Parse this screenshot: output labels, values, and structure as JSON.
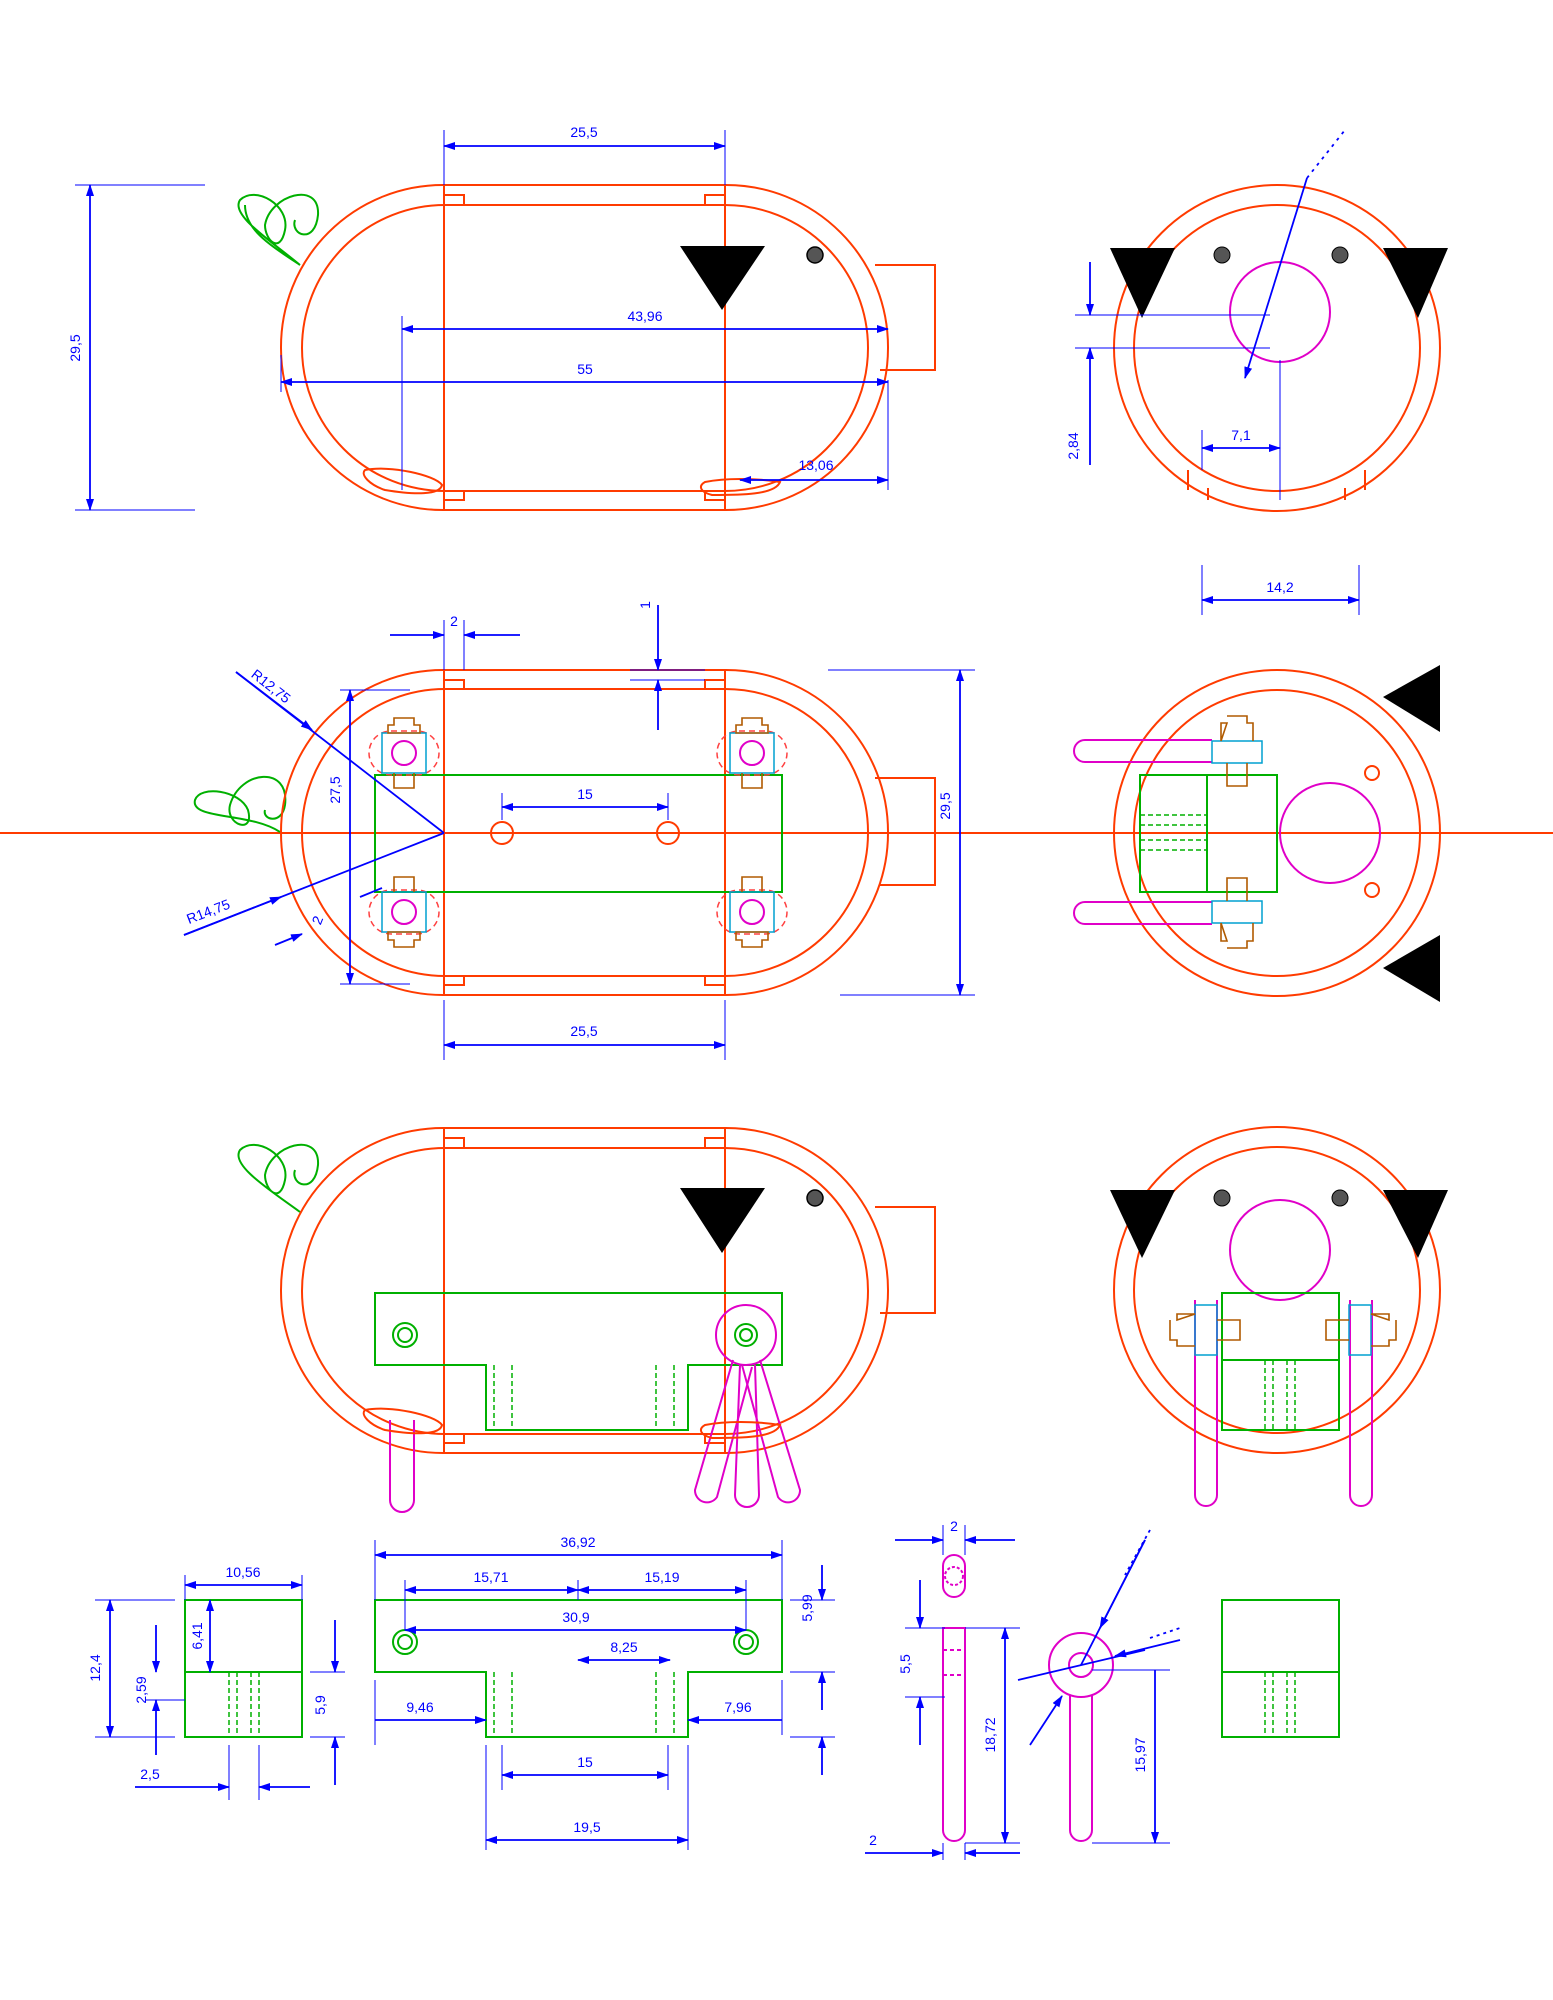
{
  "colors": {
    "outline": "#ff3b00",
    "frame": "#00b000",
    "leg": "#e000c8",
    "dimension": "#0000ff",
    "screw": "#b05a00",
    "washer": "#00a0d0"
  },
  "dimensions": {
    "top_width": "25,5",
    "height_left": "29,5",
    "inner_length": "43,96",
    "total_length": "55",
    "tail_offset": "13,06",
    "snout_height": "2,84",
    "snout_width": "7,1",
    "face_width": "14,2",
    "wall_thickness": "2",
    "gap": "1",
    "radius_inner": "R12,75",
    "radius_outer": "R14,75",
    "inner_height": "27,5",
    "hole_spacing": "15",
    "body_height": "29,5",
    "side_gap": "2",
    "bottom_width": "25,5",
    "block_width": "10,56",
    "block_height": "12,4",
    "block_upper": "6,41",
    "block_lower": "2,59",
    "block_side": "5,9",
    "block_offset": "2,5",
    "frame_length": "36,92",
    "frame_left": "15,71",
    "frame_right": "15,19",
    "frame_holes": "30,9",
    "frame_half": "8,25",
    "frame_height": "5,99",
    "frame_left_foot": "9,46",
    "frame_right_foot": "7,96",
    "frame_feet_inner": "15",
    "frame_feet_outer": "19,5",
    "leg_width": "2",
    "leg_top": "5,5",
    "leg_length": "18,72",
    "leg_bottom": "2",
    "leg_rotation": "15,97"
  }
}
